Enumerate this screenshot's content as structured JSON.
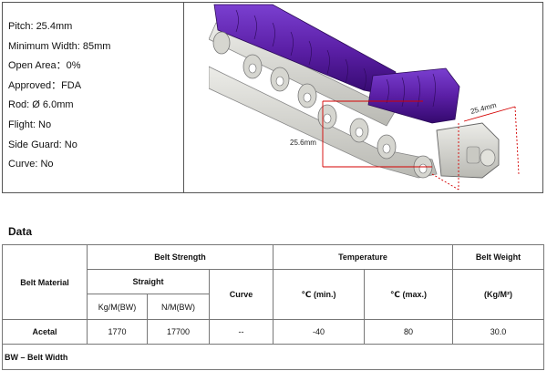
{
  "specs": {
    "pitch": "Pitch: 25.4mm",
    "min_width": "Minimum Width: 85mm",
    "open_area": "Open Area：0%",
    "approved": "Approved：FDA",
    "rod": "Rod: Ø 6.0mm",
    "flight": "Flight: No",
    "side_guard": "Side Guard: No",
    "curve": "Curve: No"
  },
  "diagram": {
    "dim_pitch": "25.4mm",
    "dim_height": "25.6mm",
    "colors": {
      "roller": "#5b1fa6",
      "roller_dark": "#3c0f78",
      "chain": "#d9d9d4",
      "dimension": "#d40000"
    }
  },
  "section_title": "Data",
  "table": {
    "belt_material": "Belt Material",
    "belt_strength": "Belt Strength",
    "temperature": "Temperature",
    "belt_weight": "Belt Weight",
    "straight": "Straight",
    "curve": "Curve",
    "temp_min": "℃ (min.)",
    "temp_max": "℃ (max.)",
    "weight_unit": "(Kg/M²)",
    "kgm": "Kg/M(BW)",
    "nm": "N/M(BW)",
    "row": {
      "material": "Acetal",
      "kgm": "1770",
      "nm": "17700",
      "curve": "--",
      "tmin": "-40",
      "tmax": "80",
      "weight": "30.0"
    },
    "footnote": "BW – Belt Width"
  }
}
